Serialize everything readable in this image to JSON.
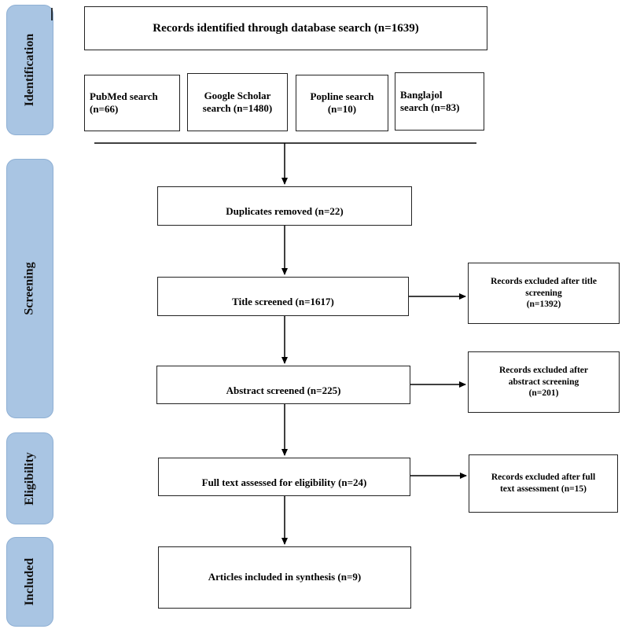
{
  "phases": {
    "identification": "Identification",
    "screening": "Screening",
    "eligibility": "Eligibility",
    "included": "Included"
  },
  "boxes": {
    "records_identified": "Records identified through database search (n=1639)",
    "pubmed": "PubMed search\n(n=66)",
    "google_scholar": "Google Scholar\nsearch (n=1480)",
    "popline": "Popline search\n(n=10)",
    "banglajol": "Banglajol\nsearch (n=83)",
    "duplicates": "Duplicates removed (n=22)",
    "title_screened": "Title screened (n=1617)",
    "abstract_screened": "Abstract screened (n=225)",
    "full_text": "Full text assessed for eligibility (n=24)",
    "included": "Articles included in synthesis (n=9)",
    "excluded_title": "Records excluded after title\nscreening\n(n=1392)",
    "excluded_abstract": "Records excluded after\nabstract screening\n(n=201)",
    "excluded_full": "Records excluded after full\ntext assessment (n=15)"
  }
}
